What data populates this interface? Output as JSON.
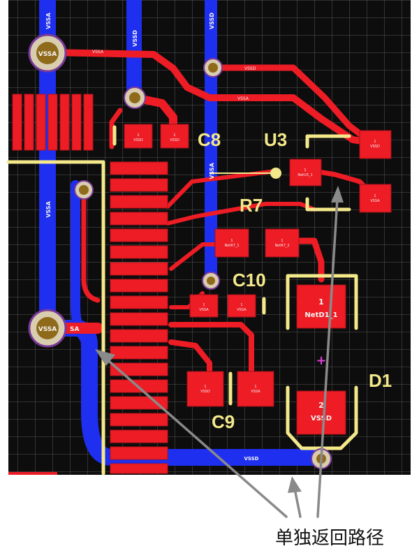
{
  "caption": "单独返回路径",
  "designators": {
    "c8": "C8",
    "u3": "U3",
    "r7": "R7",
    "c10": "C10",
    "c9": "C9",
    "d1": "D1"
  },
  "net_labels": {
    "vssa": "VSSA",
    "vssd": "VSSD",
    "vssa_partial": "SA",
    "vssd_pad": "VSSD",
    "pad_pin_1": "1",
    "pad_pin_2": "2",
    "netd1": "NetD1_1",
    "plus_mark": "+"
  },
  "colors": {
    "background": "#0d0d0d",
    "grid": "#8c8c8c",
    "top_copper": "#ee1c25",
    "bottom_copper": "#1e2ff0",
    "silkscreen": "#f4e98a",
    "via_ring": "#d9cdb0",
    "via_hole": "#8e6a1a",
    "arrow": "#8a8a8a"
  }
}
